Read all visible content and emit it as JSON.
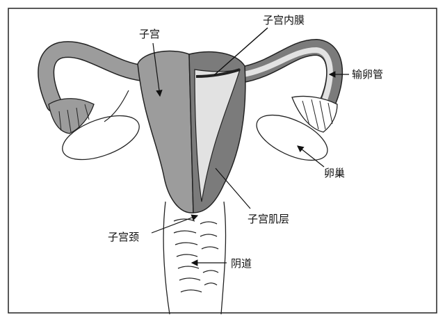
{
  "labels": {
    "uterus": "子宫",
    "endometrium": "子宫内膜",
    "fallopian_tube": "输卵管",
    "ovary": "卵巢",
    "myometrium": "子宫肌层",
    "cervix": "子宫颈",
    "vagina": "阴道"
  },
  "colors": {
    "uterus_left": "#9c9c9c",
    "uterus_right": "#7b7b7b",
    "endometrium": "#e2e2e2",
    "outline": "#1a1a1a"
  }
}
